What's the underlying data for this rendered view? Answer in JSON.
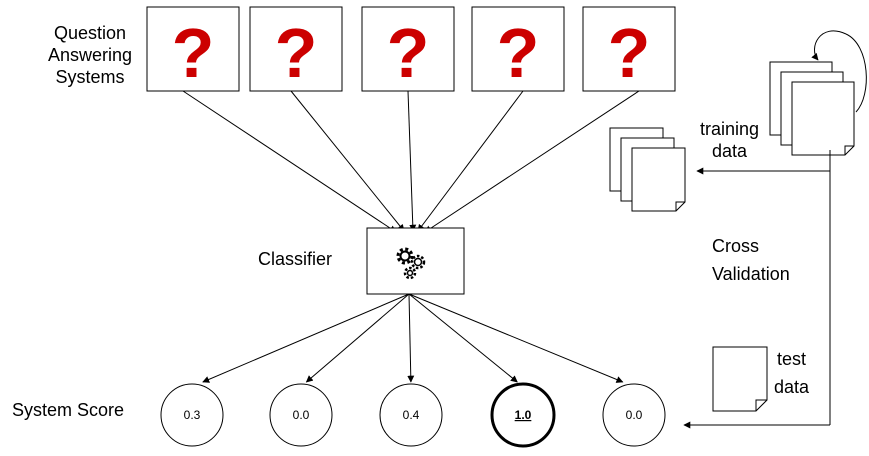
{
  "question_answering_label": [
    "Question",
    "Answering",
    "Systems"
  ],
  "systems": [
    {
      "symbol": "?"
    },
    {
      "symbol": "?"
    },
    {
      "symbol": "?"
    },
    {
      "symbol": "?"
    },
    {
      "symbol": "?"
    }
  ],
  "classifier_label": "Classifier",
  "training_data_label": [
    "training",
    "data"
  ],
  "cross_validation_label": [
    "Cross",
    "Validation"
  ],
  "test_data_label": [
    "test",
    "data"
  ],
  "system_score_label": "System Score",
  "scores": [
    {
      "value": "0.3",
      "highlight": false
    },
    {
      "value": "0.0",
      "highlight": false
    },
    {
      "value": "0.4",
      "highlight": false
    },
    {
      "value": "1.0",
      "highlight": true
    },
    {
      "value": "0.0",
      "highlight": false
    }
  ],
  "colors": {
    "question_mark": "#cc0000",
    "stroke": "#000000"
  }
}
